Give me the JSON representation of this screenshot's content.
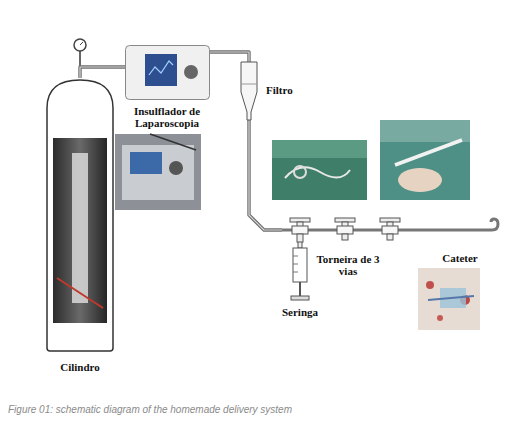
{
  "diagram": {
    "caption": "Figure 01: schematic diagram of the homemade delivery system",
    "nodes": [
      {
        "text": [
          "Cilindro"
        ]
      },
      {
        "text": [
          "Insulflador de Laparoscopia"
        ]
      },
      {
        "text": [
          "Filtro"
        ]
      },
      {
        "text": [
          "Seringa"
        ]
      },
      {
        "text": [
          "Torneira de 3 vias"
        ]
      },
      {
        "text": [
          "Cateter"
        ]
      }
    ],
    "edges": [
      {
        "from": 0,
        "to": 1,
        "arrow": "none"
      },
      {
        "from": 1,
        "to": 2,
        "arrow": "none"
      },
      {
        "from": 2,
        "to": 4,
        "arrow": "none"
      },
      {
        "from": 3,
        "to": 4,
        "arrow": "none"
      },
      {
        "from": 4,
        "to": 5,
        "arrow": "none"
      }
    ]
  }
}
